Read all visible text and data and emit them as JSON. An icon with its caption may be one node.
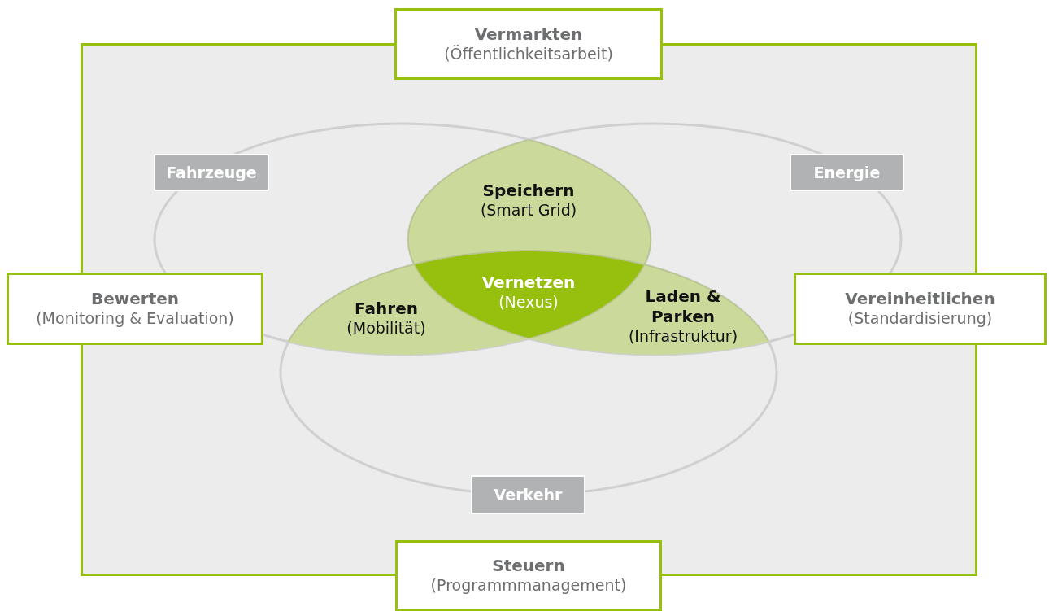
{
  "diagram": {
    "nodes": [
      {
        "text": [
          "Vermarkten",
          "(Öffentlichkeitsarbeit)"
        ]
      },
      {
        "text": [
          "Fahrzeuge"
        ]
      },
      {
        "text": [
          "Energie"
        ]
      },
      {
        "text": [
          "Speichern",
          "(Smart Grid)"
        ]
      },
      {
        "text": [
          "Bewerten",
          "(Monitoring & Evaluation)"
        ]
      },
      {
        "text": [
          "Vernetzen",
          "(Nexus)"
        ]
      },
      {
        "text": [
          "Vereinheitlichen",
          "(Standardisierung)"
        ]
      },
      {
        "text": [
          "Fahren",
          "(Mobilität)"
        ]
      },
      {
        "text": [
          "Laden & Parken",
          "(Infrastruktur)"
        ]
      },
      {
        "text": [
          "Verkehr"
        ]
      },
      {
        "text": [
          "Steuern",
          "(Programmmanagement)"
        ]
      }
    ]
  }
}
